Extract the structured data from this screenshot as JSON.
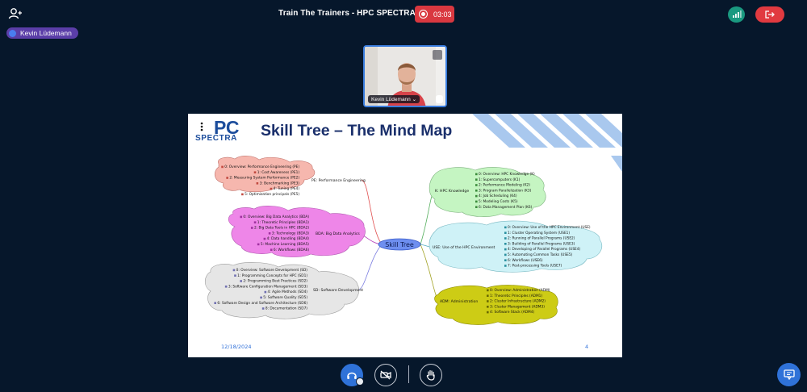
{
  "meeting": {
    "title": "Train The Trainers - HPC SPECTRA",
    "recording_time": "03:03",
    "presenter_name": "Kevin Lüdemann",
    "webcam_name": "Kevin Lüdemann"
  },
  "slide": {
    "logo_top": "PC",
    "logo_bottom": "SPECTRA",
    "title": "Skill Tree – The Mind Map",
    "date": "12/18/2024",
    "page": "4",
    "center": "Skill Tree",
    "branches": {
      "pe": {
        "label": "PE: Performance Engineering",
        "items": [
          "0: Overview: Performance Engineering (PE)",
          "1: Cost Awareness (PE1)",
          "2: Measuring System Performance (PE2)",
          "3: Benchmarking (PE3)",
          "4: Tuning (PE4)",
          "5: Optimization principals (PE5)"
        ]
      },
      "bda": {
        "label": "BDA: Big Data Analytics",
        "items": [
          "0: Overview: Big Data Analytics (BDA)",
          "1: Theoretic Principles (BDA1)",
          "2: Big Data Tools in HPC (BDA2)",
          "3: Technology (BDA3)",
          "4: Data handling (BDA4)",
          "5: Machine Learning (BDA5)",
          "6: Workflows (BDA6)"
        ]
      },
      "sd": {
        "label": "SD: Software Development",
        "items": [
          "0: Overview: Software Development (SD)",
          "1: Programming Concepts for HPC (SD1)",
          "2: Programming Best Practices (SD2)",
          "3: Software Configuration Management (SD3)",
          "4: Agile Methods (SD4)",
          "5: Software Quality (SD5)",
          "6: Software Design and Software Architecture (SD6)",
          "8: Documentation (SD7)"
        ]
      },
      "k": {
        "label": "K: HPC Knowledge",
        "items": [
          "0: Overview: HPC Knowledge (K)",
          "1: Supercomputers (K1)",
          "2: Performance Modeling (K2)",
          "3: Program Parallelization (K3)",
          "4: Job Scheduling (K4)",
          "5: Modeling Costs (K5)",
          "6: Data Management Plan (K6)"
        ]
      },
      "use": {
        "label": "USE: Use of the HPC Environment",
        "items": [
          "0: Overview: Use of the HPC Environment (USE)",
          "1: Cluster Operating System (USE1)",
          "2: Running of Parallel Programs (USE2)",
          "3: Building of Parallel Programs (USE3)",
          "4: Developing of Parallel Programs (USE4)",
          "5: Automating Common Tasks (USE5)",
          "6: Workflows (USE6)",
          "7: Post-processing Tools (USE7)"
        ]
      },
      "adm": {
        "label": "ADM: Administration",
        "items": [
          "0: Overview: Administration (ADM)",
          "1: Theoretic Principles (ADM1)",
          "2: Cluster Infrastructure (ADM2)",
          "3: Cluster Management (ADM3)",
          "4: Software Stack (ADM4)"
        ]
      }
    }
  },
  "colors": {
    "recording": "#d93840",
    "accent": "#2f72d8",
    "pe_cloud": "#f6b7ae",
    "bda_cloud": "#ee86e8",
    "sd_cloud": "#e6e6e6",
    "k_cloud": "#c5f5c2",
    "use_cloud": "#cff2f7",
    "adm_cloud": "#cdcc15"
  },
  "icons": [
    "add-user-icon",
    "record-icon",
    "signal-icon",
    "leave-icon",
    "headphones-icon",
    "video-off-icon",
    "hand-icon",
    "chat-icon"
  ]
}
